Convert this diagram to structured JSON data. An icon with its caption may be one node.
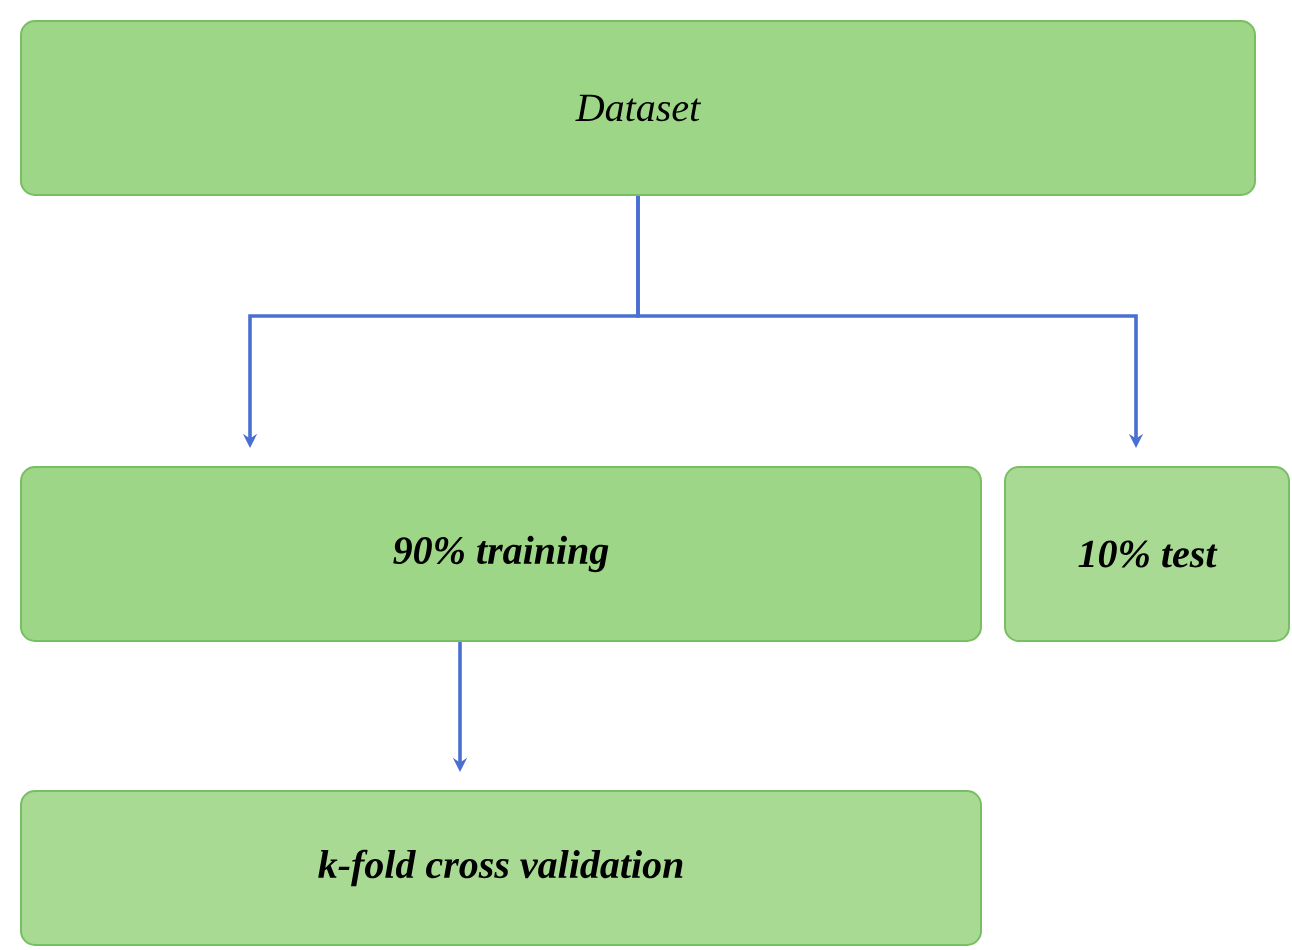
{
  "diagram": {
    "nodes": [
      {
        "text": [
          "Dataset"
        ]
      },
      {
        "text": [
          "90% training"
        ]
      },
      {
        "text": [
          "10% test"
        ]
      },
      {
        "text": [
          "k-fold cross validation"
        ]
      }
    ],
    "edges": [
      {
        "from": 0,
        "to": 1,
        "arrow": "to"
      },
      {
        "from": 0,
        "to": 2,
        "arrow": "to"
      },
      {
        "from": 1,
        "to": 3,
        "arrow": "to"
      }
    ]
  }
}
